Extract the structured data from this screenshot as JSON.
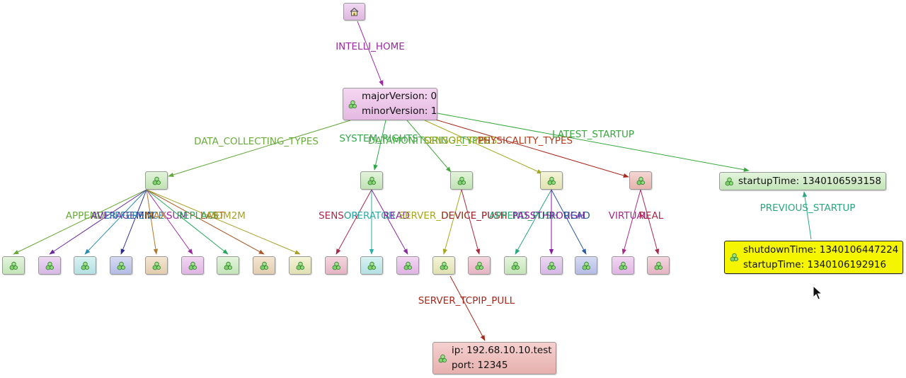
{
  "diagram": {
    "colors": {
      "home": "#9a2aa0",
      "data_collecting": "#62a83a",
      "system_rights": "#2fa84a",
      "datamonitoring": "#4aa843",
      "sensor_types": "#a5a81c",
      "physicality": "#a8281c",
      "latest_startup": "#37a83c",
      "previous_startup": "#2aa87c",
      "server_tcpip": "#a8281c",
      "highlight": "#f5f500"
    },
    "nodes": {
      "home": {
        "icon": "home-icon"
      },
      "root": {
        "lines": [
          "majorVersion: 0",
          "minorVersion: 1"
        ]
      },
      "latest": {
        "lines": [
          "startupTime: 1340106593158"
        ]
      },
      "previous": {
        "lines": [
          "shutdownTime: 1340106447224",
          "startupTime: 1340106192916"
        ]
      },
      "server": {
        "lines": [
          "ip: 192.68.10.10.test",
          "port: 12345"
        ]
      }
    },
    "edge_labels": {
      "home": "INTELLI_HOME",
      "data_collecting": "DATA_COLLECTING_TYPES",
      "system_rights": "SYSTEM_RIGHTS",
      "datamonitoring": "DATAMONITORING_TYPES",
      "sensor_types": "SENSOR_TYPES",
      "physicality": "PHYSICALITY_TYPES",
      "latest_startup": "LATEST_STARTUP",
      "previous_startup": "PREVIOUS_STARTUP",
      "server_tcpip": "SERVER_TCPIP_PULL",
      "dc_children": [
        "APPEND",
        "AVERAGE",
        "DIFFERENCE",
        "MIN",
        "MAX",
        "SUM",
        "REPLACE",
        "LAST",
        "MDM2M"
      ],
      "sr_children": [
        "SENSOR",
        "OPERATOR",
        "READ"
      ],
      "dm_children": [
        "SERVER_DEVICE_PUSH",
        "DEVICE_PUSH"
      ],
      "st_children": [
        "APPEND_PUSH",
        "PASSTHROUGH",
        "READ"
      ],
      "ph_children": [
        "VIRTUAL",
        "REAL"
      ]
    }
  }
}
